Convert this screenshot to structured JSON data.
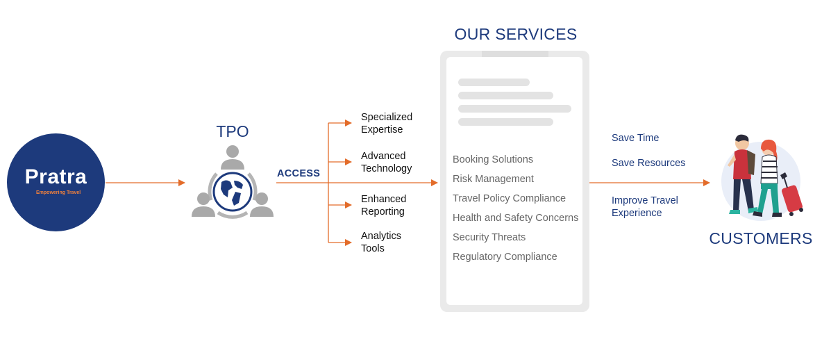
{
  "logo": {
    "name": "Pratra",
    "tagline": "Empowering Travel",
    "bg_color": "#1d3a7c",
    "accent_color": "#f0803c"
  },
  "tpo": {
    "title": "TPO",
    "icon": "people-network-globe-icon"
  },
  "access_label": "ACCESS",
  "benefits": [
    {
      "line1": "Specialized",
      "line2": "Expertise"
    },
    {
      "line1": "Advanced",
      "line2": "Technology"
    },
    {
      "line1": "Enhanced",
      "line2": "Reporting"
    },
    {
      "line1": "Analytics",
      "line2": "Tools"
    }
  ],
  "services": {
    "title": "OUR SERVICES",
    "items": [
      "Booking Solutions",
      "Risk Management",
      "Travel Policy Compliance",
      "Health and Safety Concerns",
      "Security Threats",
      "Regulatory Compliance"
    ]
  },
  "outcomes": [
    {
      "line1": "Save Time",
      "line2": ""
    },
    {
      "line1": "Save Resources",
      "line2": ""
    },
    {
      "line1": "Improve Travel",
      "line2": "Experience"
    }
  ],
  "customers": {
    "title": "CUSTOMERS",
    "icon": "travelers-icon"
  },
  "colors": {
    "primary": "#1d3a7c",
    "arrow": "#e36c2a",
    "service_text": "#666666"
  }
}
